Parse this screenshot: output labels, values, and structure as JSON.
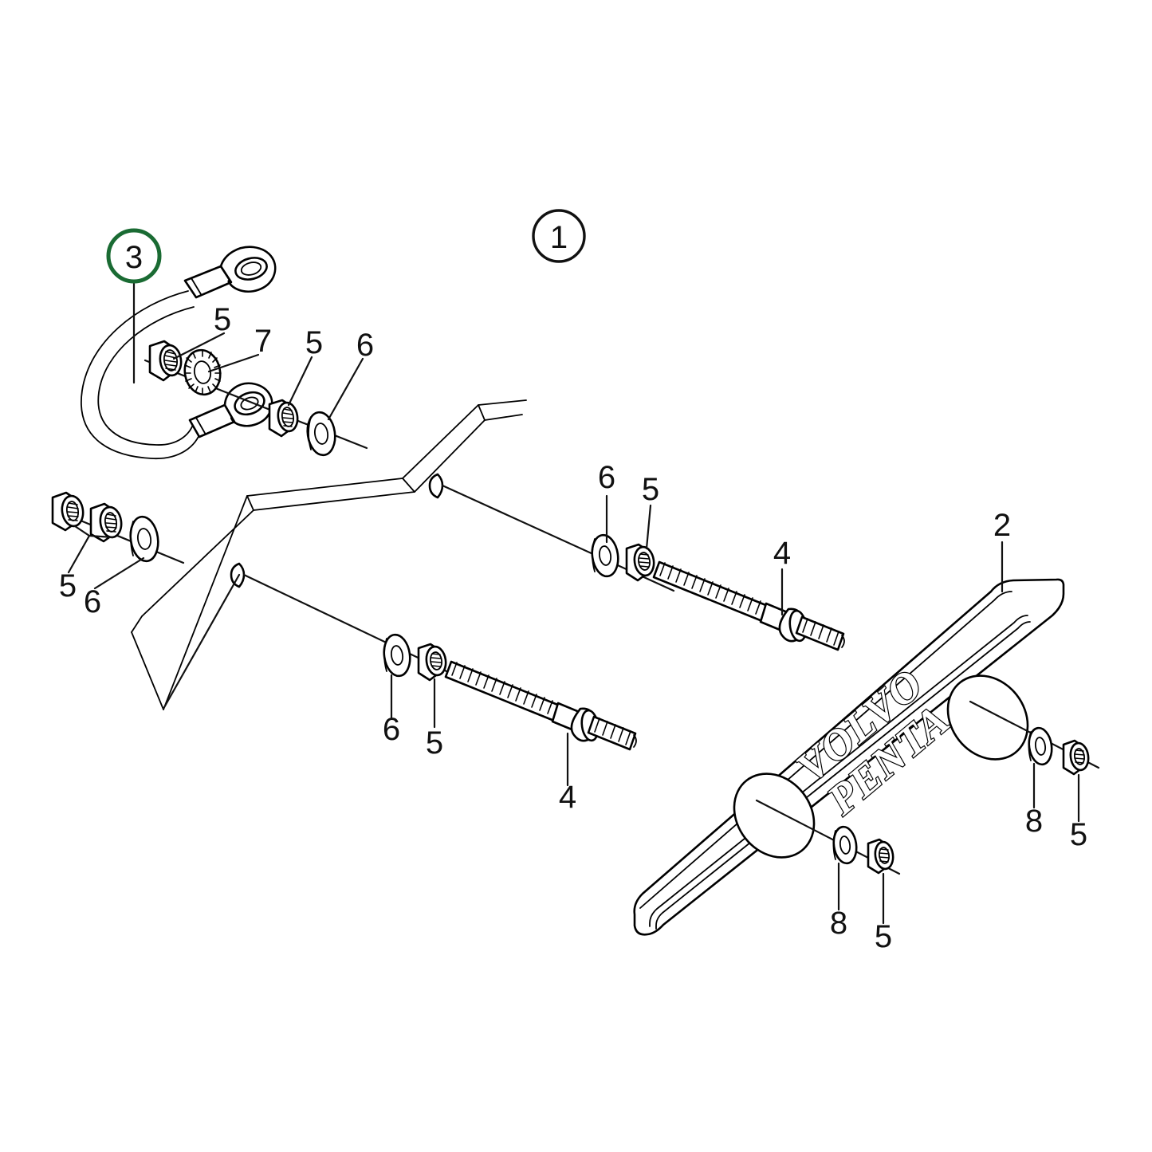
{
  "diagram": {
    "title": "Volvo Penta anode plate exploded parts diagram",
    "background_color": "#ffffff",
    "line_color": "#000000",
    "highlight_color": "#1a6b33"
  },
  "callouts": [
    {
      "id": "callout-1",
      "label": "1",
      "highlighted": false,
      "circle_color": "#111111",
      "has_leader": false
    },
    {
      "id": "callout-3",
      "label": "3",
      "highlighted": true,
      "circle_color": "#1a6b33",
      "has_leader": true
    }
  ],
  "part_labels": [
    {
      "id": "label-5-top",
      "label": "5",
      "part": "hex-nut"
    },
    {
      "id": "label-7",
      "label": "7",
      "part": "serrated-lock-washer"
    },
    {
      "id": "label-5-upper-mid",
      "label": "5",
      "part": "hex-nut"
    },
    {
      "id": "label-6-upper-mid",
      "label": "6",
      "part": "flat-washer"
    },
    {
      "id": "label-5-left-pair",
      "label": "5",
      "part": "hex-nut-pair"
    },
    {
      "id": "label-6-left",
      "label": "6",
      "part": "flat-washer"
    },
    {
      "id": "label-6-mid-right",
      "label": "6",
      "part": "flat-washer"
    },
    {
      "id": "label-5-mid-right",
      "label": "5",
      "part": "hex-nut"
    },
    {
      "id": "label-4-upper",
      "label": "4",
      "part": "threaded-stud"
    },
    {
      "id": "label-6-lower-left",
      "label": "6",
      "part": "flat-washer"
    },
    {
      "id": "label-5-lower-left",
      "label": "5",
      "part": "hex-nut"
    },
    {
      "id": "label-4-lower",
      "label": "4",
      "part": "threaded-stud"
    },
    {
      "id": "label-2",
      "label": "2",
      "part": "anode-plate"
    },
    {
      "id": "label-8-right",
      "label": "8",
      "part": "small-washer"
    },
    {
      "id": "label-5-right",
      "label": "5",
      "part": "hex-nut"
    },
    {
      "id": "label-8-bottom",
      "label": "8",
      "part": "small-washer"
    },
    {
      "id": "label-5-bottom",
      "label": "5",
      "part": "hex-nut"
    }
  ],
  "plate": {
    "brand_line_1": "VOLVO",
    "brand_line_2": "PENTA"
  }
}
